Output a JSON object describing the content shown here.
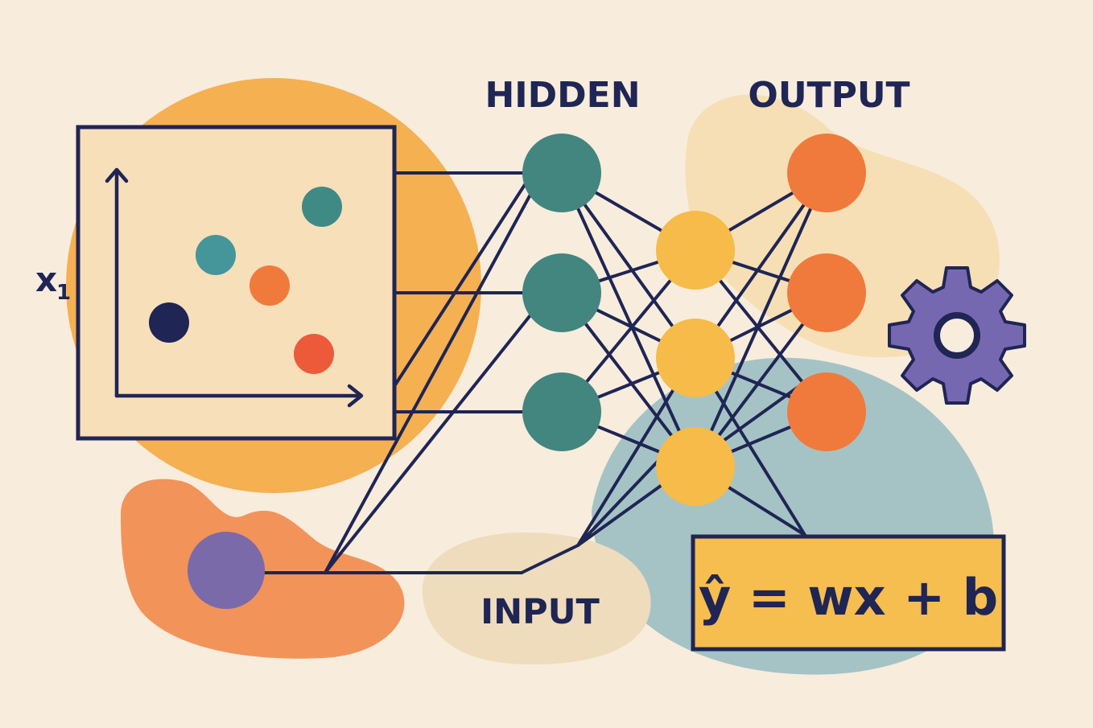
{
  "labels": {
    "hidden": "HIDDEN",
    "output": "OUTPUT",
    "input": "INPUT",
    "x1_letter": "x",
    "x1_subscript": "1",
    "equation": "ŷ = wx + b"
  },
  "icons": {
    "gear": "gear-icon"
  },
  "colors": {
    "background": "#f8ecdd",
    "ink": "#1f2554",
    "teal": "#43857f",
    "yellow": "#f6bb48",
    "orange": "#f07a3c",
    "purple": "#7a6aa9",
    "equation_box": "#f6bd4f"
  }
}
